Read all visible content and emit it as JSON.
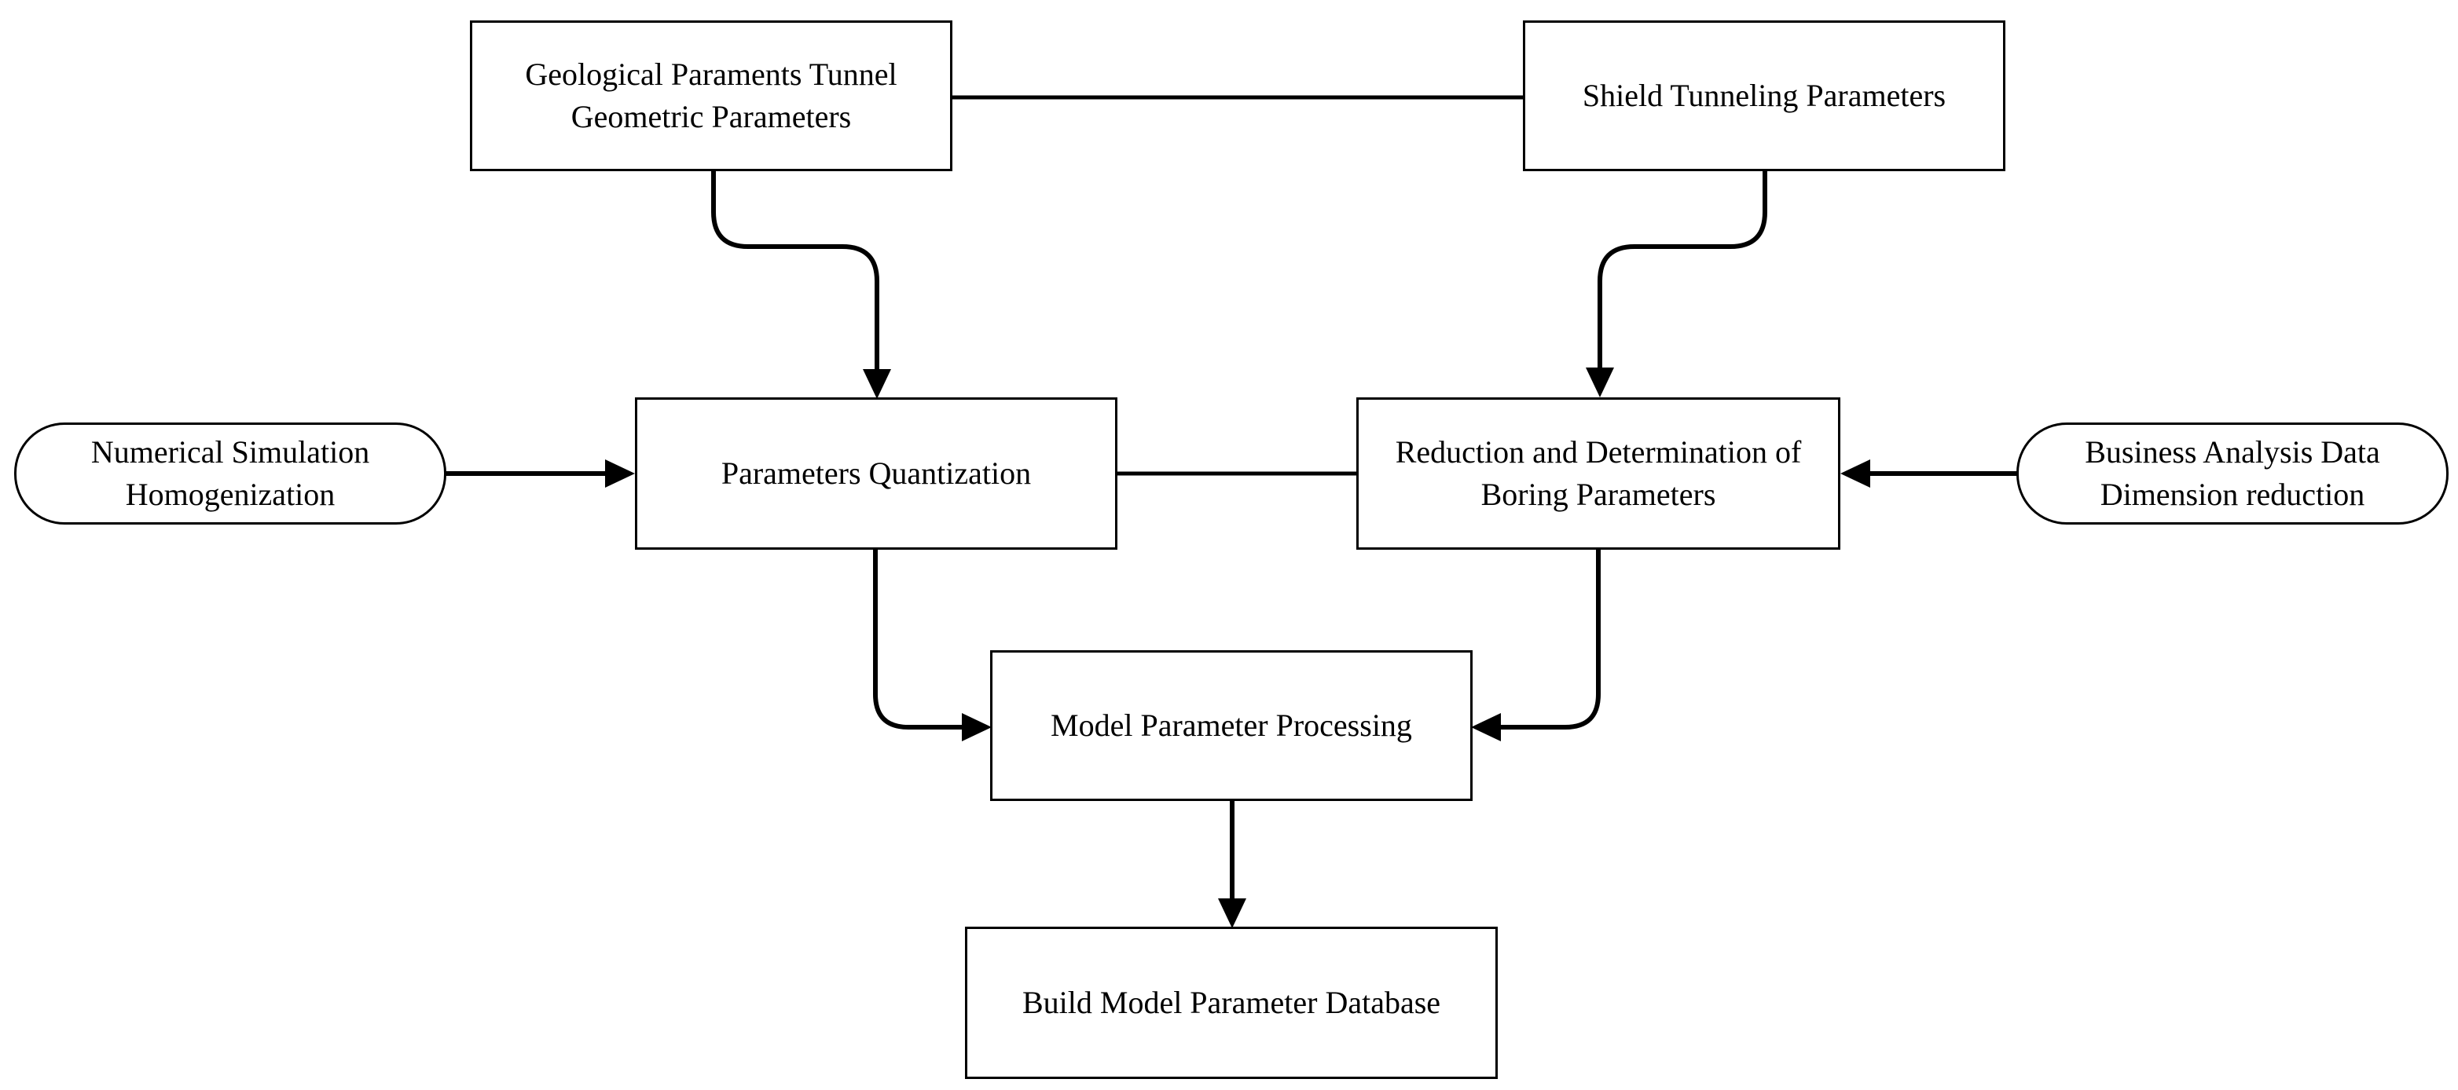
{
  "nodes": {
    "geological": {
      "lines": [
        "Geological Paraments Tunnel",
        "Geometric Parameters"
      ]
    },
    "shield": {
      "lines": [
        "Shield Tunneling Parameters"
      ]
    },
    "numerical": {
      "lines": [
        "Numerical Simulation",
        "Homogenization"
      ]
    },
    "quantization": {
      "lines": [
        "Parameters Quantization"
      ]
    },
    "reduction": {
      "lines": [
        "Reduction and Determination of",
        "Boring Parameters"
      ]
    },
    "business": {
      "lines": [
        "Business Analysis Data",
        "Dimension reduction"
      ]
    },
    "processing": {
      "lines": [
        "Model Parameter Processing"
      ]
    },
    "database": {
      "lines": [
        "Build Model Parameter Database"
      ]
    }
  },
  "edges": [
    {
      "from": "geological",
      "to": "shield",
      "arrow": false
    },
    {
      "from": "geological",
      "to": "quantization",
      "arrow": true
    },
    {
      "from": "shield",
      "to": "reduction",
      "arrow": true
    },
    {
      "from": "numerical",
      "to": "quantization",
      "arrow": true
    },
    {
      "from": "quantization",
      "to": "reduction",
      "arrow": false
    },
    {
      "from": "business",
      "to": "reduction",
      "arrow": true
    },
    {
      "from": "quantization",
      "to": "processing",
      "arrow": true
    },
    {
      "from": "reduction",
      "to": "processing",
      "arrow": true
    },
    {
      "from": "processing",
      "to": "database",
      "arrow": true
    }
  ]
}
